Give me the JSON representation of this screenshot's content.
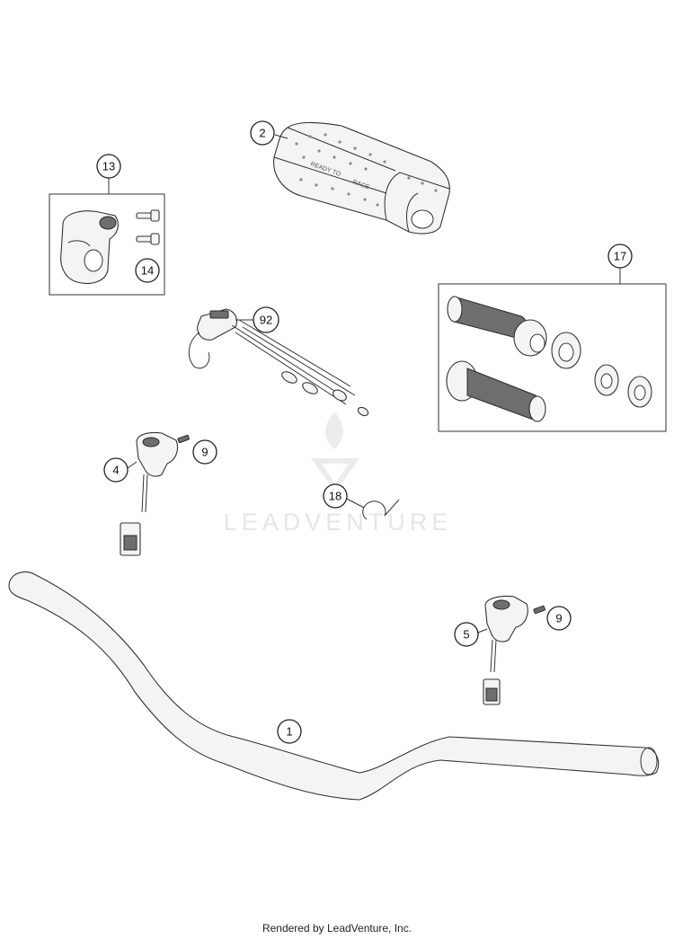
{
  "watermark": {
    "text": "LEADVENTURE"
  },
  "footer": {
    "text": "Rendered by LeadVenture, Inc."
  },
  "pad_text": {
    "line1": "READY TO",
    "line2": "RACE"
  },
  "callouts": {
    "c1": "1",
    "c2": "2",
    "c4": "4",
    "c5": "5",
    "c9a": "9",
    "c9b": "9",
    "c13": "13",
    "c14": "14",
    "c17": "17",
    "c18": "18",
    "c92": "92"
  }
}
